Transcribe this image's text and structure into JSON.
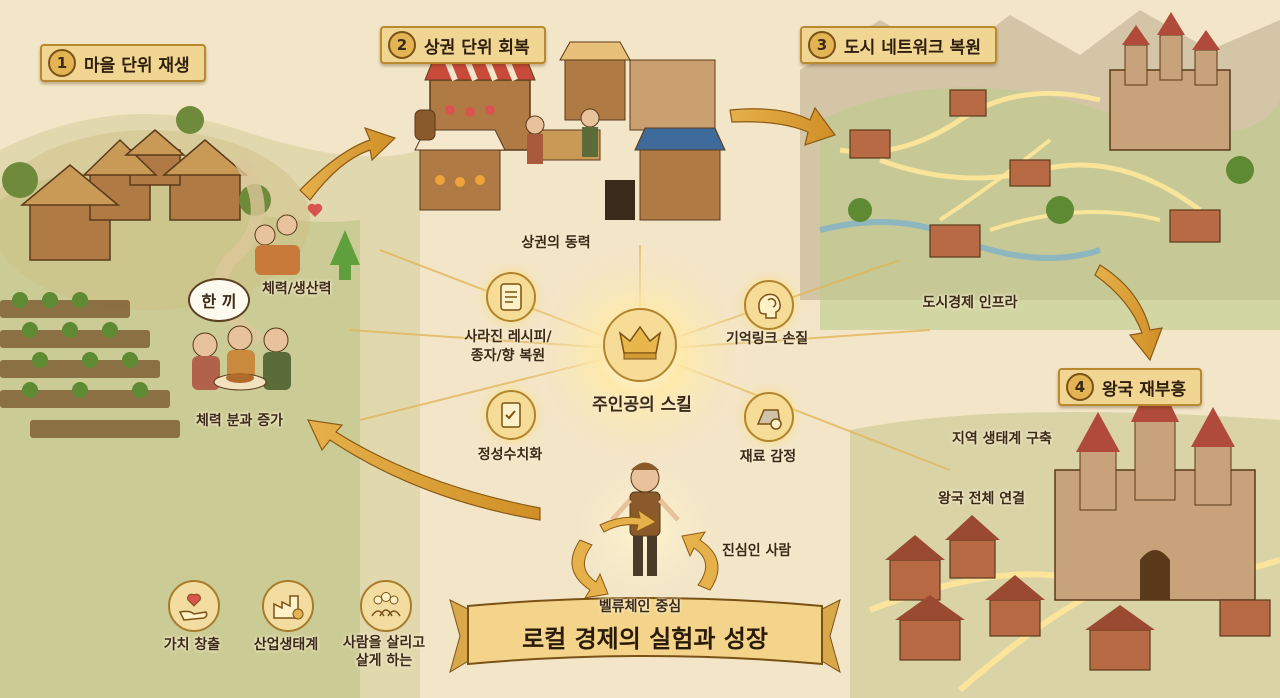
{
  "stages": [
    {
      "number": "1",
      "title": "마을 단위 재생"
    },
    {
      "number": "2",
      "title": "상권 단위 회복"
    },
    {
      "number": "3",
      "title": "도시 네트워크 복원"
    },
    {
      "number": "4",
      "title": "왕국 재부흥"
    }
  ],
  "village": {
    "speech": "한 끼",
    "stamina_productivity": "체력/생산력",
    "share_increase": "체력 분과 증가"
  },
  "market": {
    "label": "상권의 동력"
  },
  "city": {
    "label": "도시경제 인프라"
  },
  "kingdom": {
    "ecosystem": "지역 생태계 구축",
    "connection": "왕국 전체 연결"
  },
  "skills": {
    "center": "주인공의 스킬",
    "recipe_line1": "사라진 레시피/",
    "recipe_line2": "종자/향 복원",
    "memory": "기억링크 손질",
    "quantify": "정성수치화",
    "material": "재료 감정"
  },
  "hero": {
    "value_chain": "벨류체인 중심",
    "sincere": "진심인 사람"
  },
  "banner": {
    "title": "로컬 경제의 실험과 성장"
  },
  "footer": [
    {
      "line1": "가치 창출",
      "line2": "",
      "icon": "heart-hand-icon"
    },
    {
      "line1": "산업생태계",
      "line2": "",
      "icon": "factory-gear-icon"
    },
    {
      "line1": "사람을 살리고",
      "line2": "살게 하는",
      "icon": "people-icon"
    }
  ],
  "colors": {
    "parchment": "#f3e6c8",
    "gold": "#e3b454",
    "ink": "#3b2a16",
    "glow": "#ffe9a8"
  }
}
